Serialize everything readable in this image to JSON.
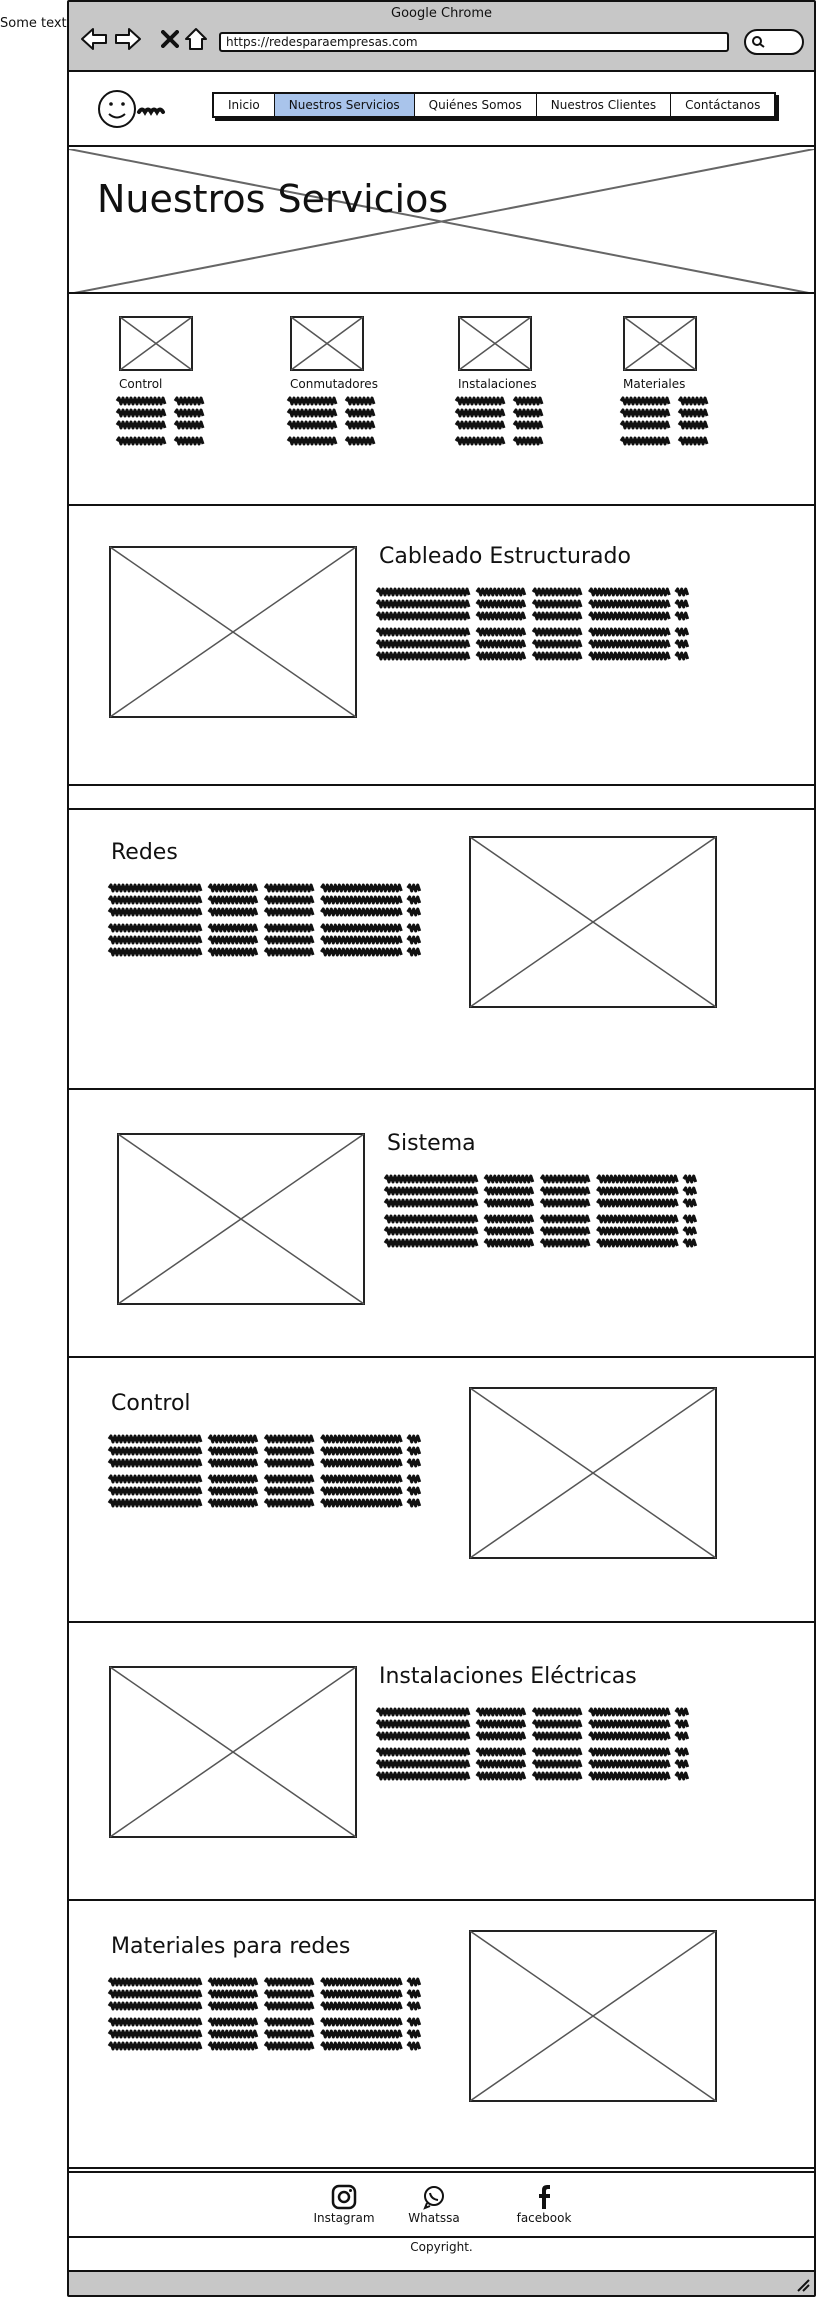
{
  "side_text": "Some text",
  "browser": {
    "title": "Google Chrome",
    "url": "https://redesparaempresas.com"
  },
  "nav": {
    "items": [
      {
        "label": "Inicio",
        "active": false
      },
      {
        "label": "Nuestros Servicios",
        "active": true
      },
      {
        "label": "Quiénes Somos",
        "active": false
      },
      {
        "label": "Nuestros Clientes",
        "active": false
      },
      {
        "label": "Contáctanos",
        "active": false
      }
    ]
  },
  "hero": {
    "title": "Nuestros Servicios"
  },
  "services": [
    {
      "label": "Control"
    },
    {
      "label": "Conmutadores"
    },
    {
      "label": "Instalaciones"
    },
    {
      "label": "Materiales"
    }
  ],
  "sections": [
    {
      "title": "Cableado Estructurado"
    },
    {
      "title": "Redes"
    },
    {
      "title": "Sistema"
    },
    {
      "title": "Control"
    },
    {
      "title": "Instalaciones Eléctricas"
    },
    {
      "title": "Materiales para redes"
    }
  ],
  "footer": {
    "social": [
      {
        "label": "Instagram",
        "icon": "instagram-icon"
      },
      {
        "label": "Whatssa",
        "icon": "whatsapp-icon"
      },
      {
        "label": "facebook",
        "icon": "facebook-icon"
      }
    ],
    "copyright": "Copyright."
  },
  "colors": {
    "chrome_gray": "#c7c7c7",
    "active_tab": "#a9c4eb",
    "ink": "#111111"
  }
}
